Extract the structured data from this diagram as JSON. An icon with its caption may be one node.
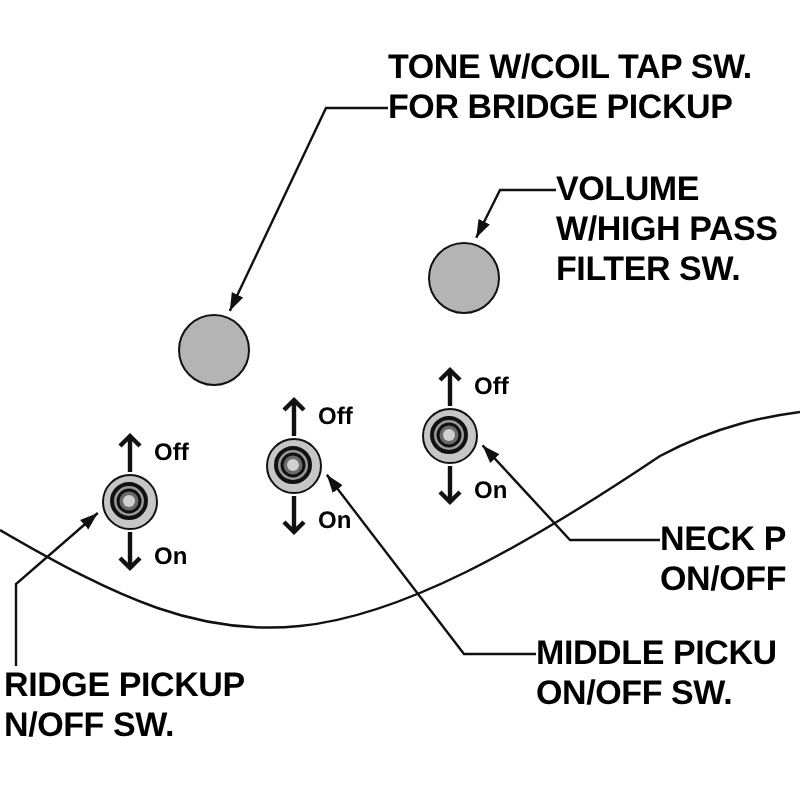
{
  "diagram": {
    "nodes": [
      {
        "text": [
          "TONE W/COIL TAP SW. FOR BRIDGE PICKUP"
        ]
      },
      {
        "text": [],
        "shape": "circle"
      },
      {
        "text": [
          "VOLUME W/HIGH PASS FILTER SW."
        ]
      },
      {
        "text": [],
        "shape": "circle"
      },
      {
        "text": [
          "NECK P ON/OFF"
        ]
      },
      {
        "text": [],
        "shape": "circle",
        "beside": [
          "Off",
          "On"
        ]
      },
      {
        "text": [
          "MIDDLE PICKU ON/OFF SW."
        ]
      },
      {
        "text": [],
        "shape": "circle",
        "beside": [
          "Off",
          "On"
        ]
      },
      {
        "text": [
          "RIDGE PICKUP N/OFF SW."
        ]
      },
      {
        "text": [],
        "shape": "circle",
        "beside": [
          "Off",
          "On"
        ]
      }
    ],
    "edges": [
      {
        "from": 0,
        "to": 1,
        "arrow": "to"
      },
      {
        "from": 2,
        "to": 3,
        "arrow": "to"
      },
      {
        "from": 4,
        "to": 5,
        "arrow": "to"
      },
      {
        "from": 6,
        "to": 7,
        "arrow": "to"
      },
      {
        "from": 8,
        "to": 9,
        "arrow": "to"
      }
    ]
  }
}
